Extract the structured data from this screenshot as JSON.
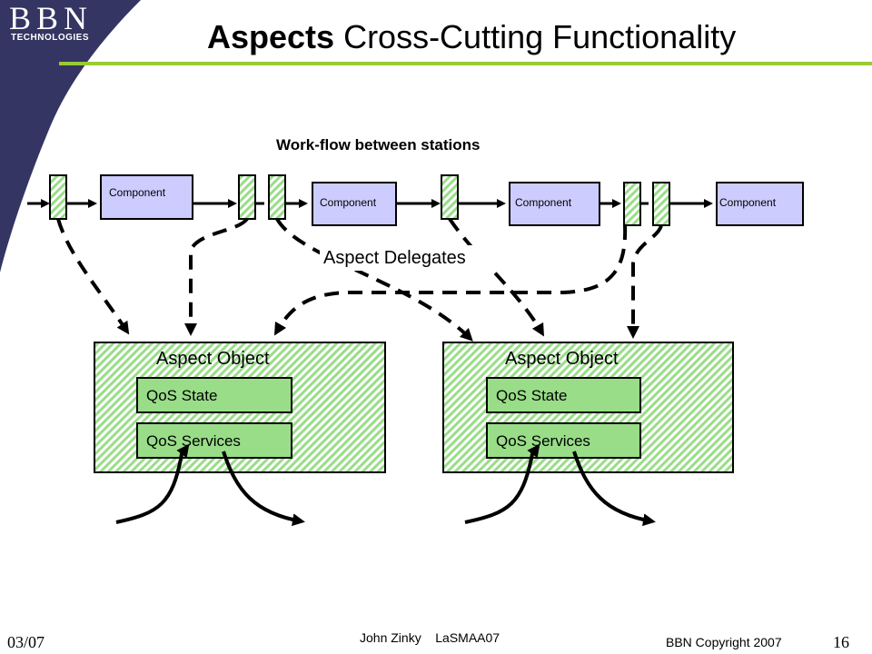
{
  "header": {
    "logo": "BBN",
    "logo_subtitle": "TECHNOLOGIES",
    "title_strong": "Aspects",
    "title_rest": " Cross-Cutting Functionality"
  },
  "diagram": {
    "workflow_label": "Work-flow between stations",
    "components": [
      "Component",
      "Component",
      "Component",
      "Component"
    ],
    "delegates_label": "Aspect Delegates",
    "aspect_objects": [
      {
        "title": "Aspect Object",
        "state": "QoS State",
        "services": "QoS Services"
      },
      {
        "title": "Aspect Object",
        "state": "QoS State",
        "services": "QoS Services"
      }
    ]
  },
  "footer": {
    "date": "03/07",
    "author": "John Zinky    LaSMAA07",
    "copyright": "BBN Copyright 2007",
    "page": "16"
  },
  "colors": {
    "logo_bg": "#353563",
    "title_rule": "#99cc33",
    "component_fill": "#ccccff",
    "hatch_green": "#99dd88"
  }
}
